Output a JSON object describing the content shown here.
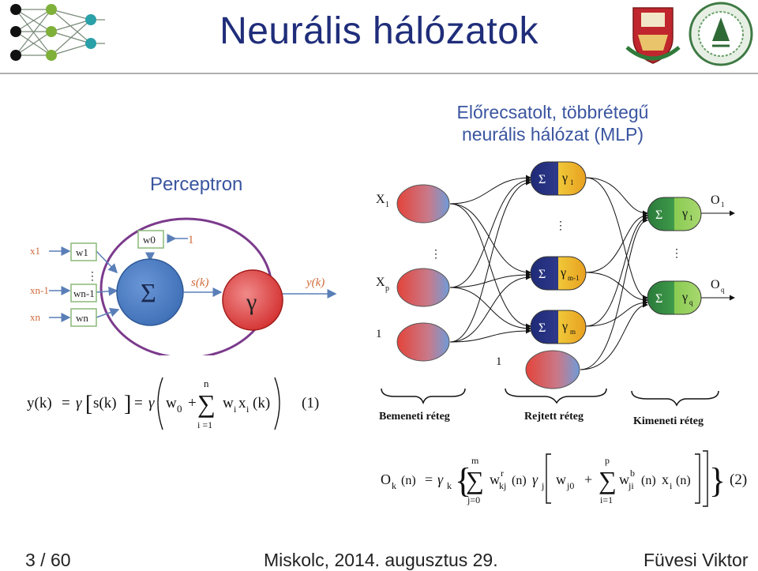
{
  "header": {
    "title": "Neurális hálózatok"
  },
  "mlp": {
    "subtitle_line1": "Előrecsatolt, többrétegű",
    "subtitle_line2": "neurális hálózat (MLP)",
    "inputs": {
      "x1": "X",
      "x1_sub": "1",
      "xp": "X",
      "xp_sub": "p",
      "bias": "1"
    },
    "hidden": {
      "sigma": "Σ",
      "g1": "γ",
      "g1_sub": "1",
      "gm1": "γ",
      "gm1_sub": "m-1",
      "gm": "γ",
      "gm_sub": "m",
      "bias": "1"
    },
    "outputs": {
      "o1": "O",
      "o1_sub": "1",
      "oq": "O",
      "oq_sub": "q",
      "g1": "γ",
      "g1_sub": "1",
      "gq": "γ",
      "gq_sub": "q"
    },
    "ellipsis": "⋮",
    "layers": [
      "Bemeneti réteg",
      "Rejtett réteg",
      "Kimeneti réteg"
    ]
  },
  "perceptron": {
    "label": "Perceptron",
    "inputs": [
      "x1",
      "xn-1",
      "xn"
    ],
    "weights": [
      "w1",
      "wn-1",
      "wn"
    ],
    "bias_weight": "w0",
    "bias": "1",
    "sum_symbol": "Σ",
    "activation": "γ",
    "s_label": "s(k)",
    "y_label": "y(k)",
    "ellipsis": "⋮"
  },
  "equation1": {
    "lhs": "y(k)",
    "eq": "=",
    "gamma": "γ",
    "s": "s(k)",
    "w0": "w",
    "w0_sub": "0",
    "plus": "+",
    "sum_top": "n",
    "sum_bottom": "i =1",
    "term": "w",
    "term_sub": "i",
    "x": "x",
    "x_sub": "i",
    "k": "(k)",
    "number": "(1)"
  },
  "equation2": {
    "lhs": "O",
    "lhs_sub": "k",
    "n": "(n)",
    "eq": "=",
    "gamma": "γ",
    "gamma_sub": "k",
    "sum1_top": "m",
    "sum1_bottom": "j=0",
    "w_r": "w",
    "w_r_sup": "r",
    "w_r_sub": "kj",
    "gamma_j_sub": "j",
    "wj0": "w",
    "wj0_sub": "j0",
    "plus": "+",
    "sum2_top": "p",
    "sum2_bottom": "i=1",
    "w_b": "w",
    "w_b_sup": "b",
    "w_b_sub": "ji",
    "x": "x",
    "x_sub": "i",
    "number": "(2)"
  },
  "footer": {
    "page": "3 / 60",
    "place_date": "Miskolc, 2014. augusztus 29.",
    "author": "Füvesi Viktor"
  }
}
